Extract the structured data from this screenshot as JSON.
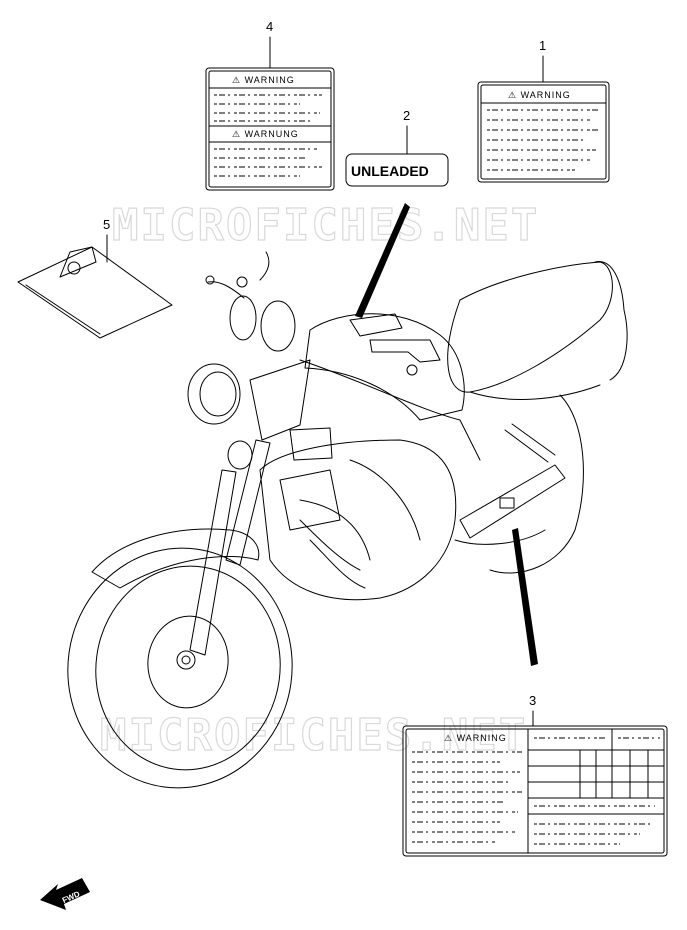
{
  "watermark": "MICROFICHES.NET",
  "callouts": [
    "1",
    "2",
    "3",
    "4",
    "5"
  ],
  "labels": {
    "label_1_title": "⚠ WARNING",
    "label_2_text": "UNLEADED",
    "label_3_title": "⚠ WARNING",
    "label_4_top_title": "⚠ WARNING",
    "label_4_bottom_title": "⚠ WARNUNG"
  },
  "direction_badge": "FWD"
}
